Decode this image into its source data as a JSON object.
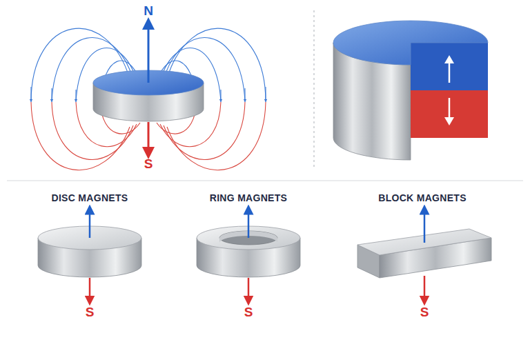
{
  "diagram": {
    "labels": [
      "N",
      "S",
      "DISC MAGNETS",
      "S",
      "RING MAGNETS",
      "S",
      "BLOCK MAGNETS",
      "S"
    ]
  }
}
